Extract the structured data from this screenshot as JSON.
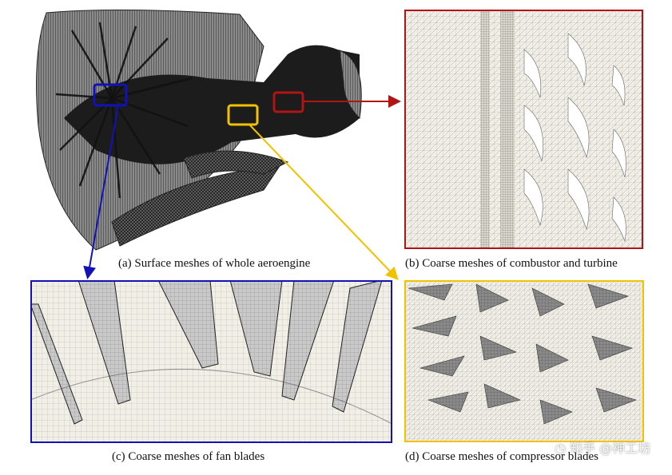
{
  "colors": {
    "blue": "#1212b8",
    "red": "#b01414",
    "yellow": "#f2c200",
    "mesh_bg": "#f1efe6",
    "engine_dark": "#1c1c1c"
  },
  "captions": {
    "a": "(a)  Surface meshes of whole aeroengine",
    "b": "(b) Coarse meshes of combustor and turbine",
    "c": "(c)  Coarse meshes of fan blades",
    "d": "(d) Coarse meshes of compressor blades"
  },
  "watermark": {
    "text": "知乎 @神工坊",
    "icon": "zhihu-logo-icon"
  }
}
